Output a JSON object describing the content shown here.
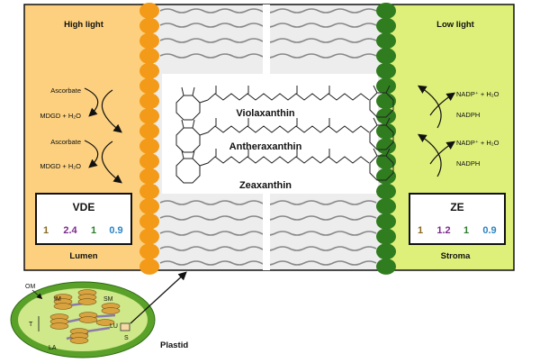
{
  "left_panel": {
    "condition": "High light",
    "compartment": "Lumen",
    "reaction_top": {
      "reactant": "Ascorbate",
      "product": "MDGD + H₂O"
    },
    "reaction_bottom": {
      "reactant": "Ascorbate",
      "product": "MDGD + H₂O"
    },
    "enzyme": {
      "name": "VDE",
      "values": [
        {
          "text": "1",
          "color": "#8a6a1e"
        },
        {
          "text": "2.4",
          "color": "#7b2a8c"
        },
        {
          "text": "1",
          "color": "#2e7d2e"
        },
        {
          "text": "0.9",
          "color": "#2b84c4"
        }
      ]
    }
  },
  "right_panel": {
    "condition": "Low light",
    "compartment": "Stroma",
    "reaction_top": {
      "reactant": "NADP⁺ + H₂O",
      "product": "NADPH"
    },
    "reaction_bottom": {
      "reactant": "NADP⁺ + H₂O",
      "product": "NADPH"
    },
    "enzyme": {
      "name": "ZE",
      "values": [
        {
          "text": "1",
          "color": "#8a6a1e"
        },
        {
          "text": "1.2",
          "color": "#7b2a8c"
        },
        {
          "text": "1",
          "color": "#2e7d2e"
        },
        {
          "text": "0.9",
          "color": "#2b84c4"
        }
      ]
    }
  },
  "membrane": {
    "molecules": [
      "Violaxanthin",
      "Antheraxanthin",
      "Zeaxanthin"
    ]
  },
  "plastid": {
    "title": "Plastid",
    "labels": {
      "om": "OM",
      "im": "IM",
      "sm": "SM",
      "t": "T",
      "la": "LA",
      "lu": "LU",
      "s": "S"
    }
  },
  "colors": {
    "lumen": "#fcd07e",
    "stroma": "#def07a",
    "lumen_beads": "#f39a18",
    "stroma_beads": "#2f7d1f",
    "plastid_outer": "#5aa129",
    "plastid_inner": "#cfe88a",
    "grana": "#d9a440"
  }
}
